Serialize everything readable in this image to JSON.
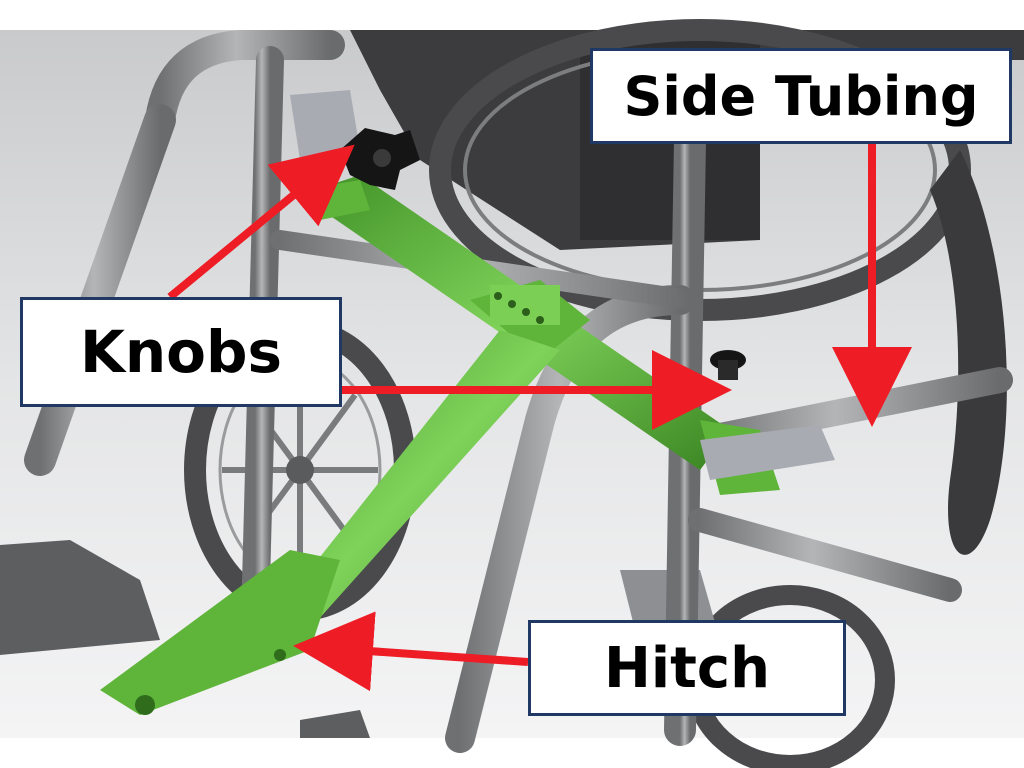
{
  "labels": {
    "side_tubing": "Side Tubing",
    "knobs": "Knobs",
    "hitch": "Hitch"
  },
  "colors": {
    "arrow": "#ee1c25",
    "attachment_green": "#5fb43a",
    "frame_gray": "#8e8f91",
    "wheel_dark": "#4a4a4c",
    "callout_border": "#1f3864"
  }
}
